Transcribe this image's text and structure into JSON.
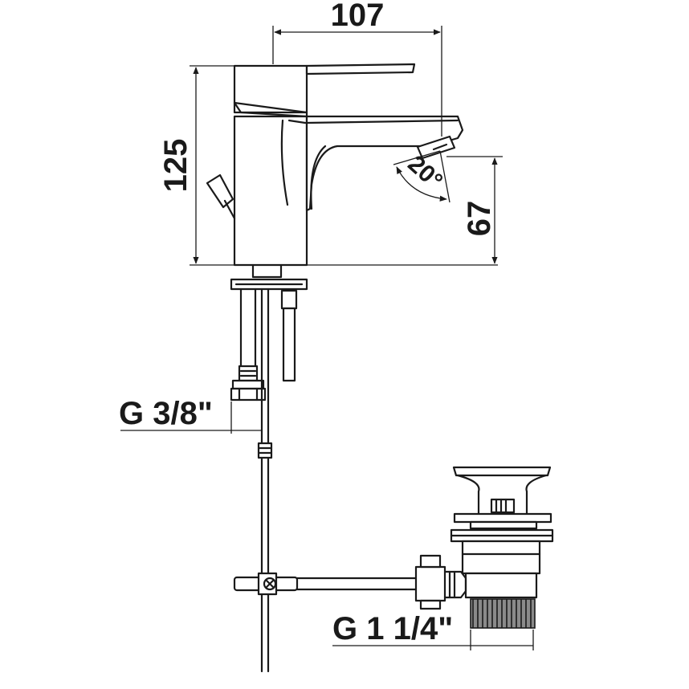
{
  "dimensions": {
    "width_label": "107",
    "height_label": "125",
    "spout_height_label": "67",
    "angle_label": "20°",
    "supply_thread_label": "G 3/8\"",
    "waste_thread_label": "G 1 1/4\""
  },
  "colors": {
    "line": "#1a1a1a",
    "background": "#ffffff",
    "thread_shading": "#8a8a8a"
  }
}
